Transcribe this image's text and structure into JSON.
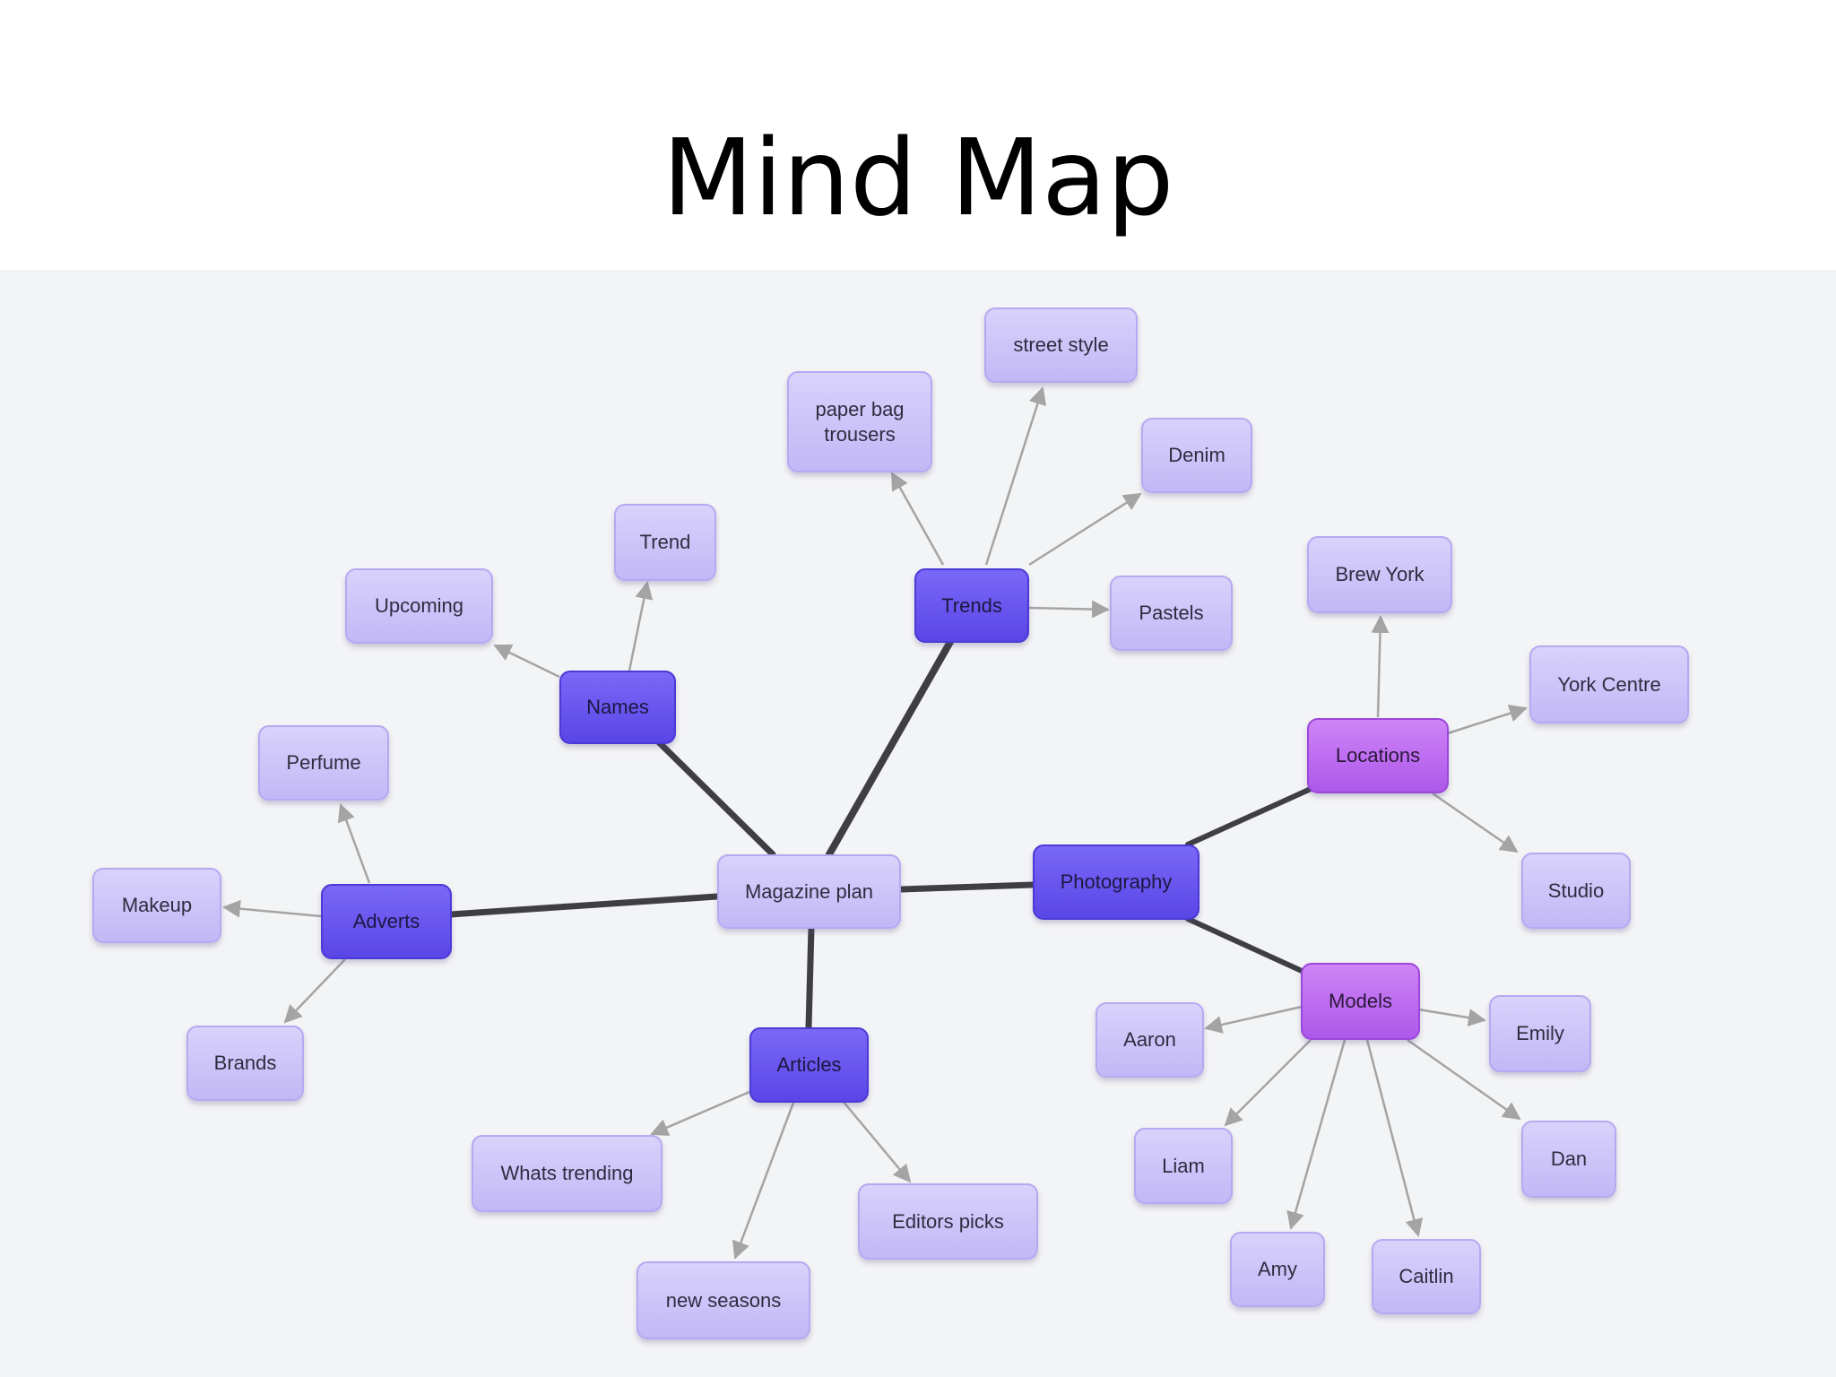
{
  "title": "Mind Map",
  "nodes": {
    "magazine_plan": "Magazine plan",
    "names": "Names",
    "trends": "Trends",
    "adverts": "Adverts",
    "articles": "Articles",
    "photography": "Photography",
    "locations": "Locations",
    "models": "Models",
    "upcoming": "Upcoming",
    "trend": "Trend",
    "paper_bag_trousers": "paper bag trousers",
    "street_style": "street style",
    "denim": "Denim",
    "pastels": "Pastels",
    "perfume": "Perfume",
    "makeup": "Makeup",
    "brands": "Brands",
    "whats_trending": "Whats trending",
    "new_seasons": "new seasons",
    "editors_picks": "Editors picks",
    "brew_york": "Brew York",
    "york_centre": "York Centre",
    "studio": "Studio",
    "aaron": "Aaron",
    "emily": "Emily",
    "liam": "Liam",
    "dan": "Dan",
    "amy": "Amy",
    "caitlin": "Caitlin"
  },
  "colors": {
    "leaf": "#c8bff7",
    "main": "#6652ee",
    "pink": "#c06df0",
    "background": "#f3f4f5",
    "thick_edge": "#3e3e44",
    "arrow_edge": "#a4a4a4"
  }
}
